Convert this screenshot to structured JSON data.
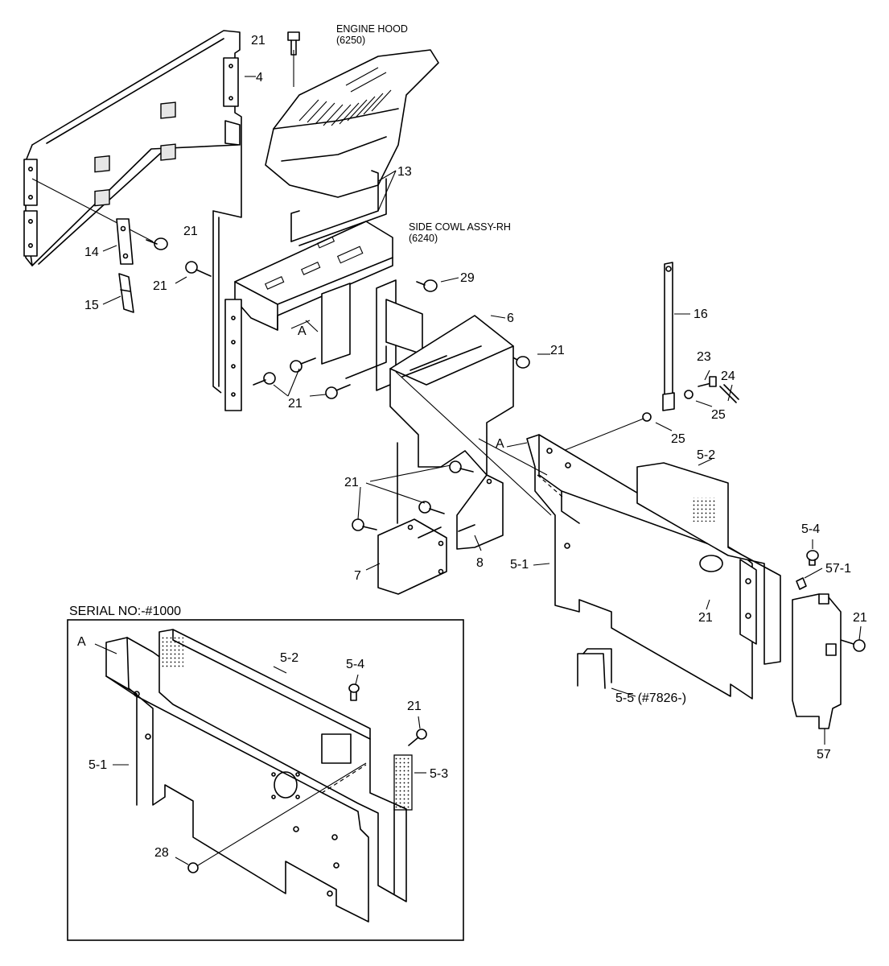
{
  "callouts": {
    "engine_hood": "ENGINE HOOD",
    "engine_hood_code": "(6250)",
    "side_cowl": "SIDE COWL ASSY-RH",
    "side_cowl_code": "(6240)",
    "serial_box_title": "SERIAL NO:-#1000"
  },
  "part_labels": [
    "21",
    "4",
    "13",
    "21",
    "14",
    "15",
    "21",
    "29",
    "A",
    "6",
    "21",
    "16",
    "23",
    "24",
    "25",
    "25",
    "21",
    "A",
    "5-2",
    "21",
    "7",
    "8",
    "5-1",
    "5-4",
    "57-1",
    "21",
    "21",
    "5-5 (#7826-)",
    "57"
  ],
  "inset_labels": [
    "A",
    "5-2",
    "5-4",
    "21",
    "5-1",
    "5-3",
    "28"
  ],
  "colors": {
    "ink": "#000000",
    "paper": "#ffffff"
  }
}
